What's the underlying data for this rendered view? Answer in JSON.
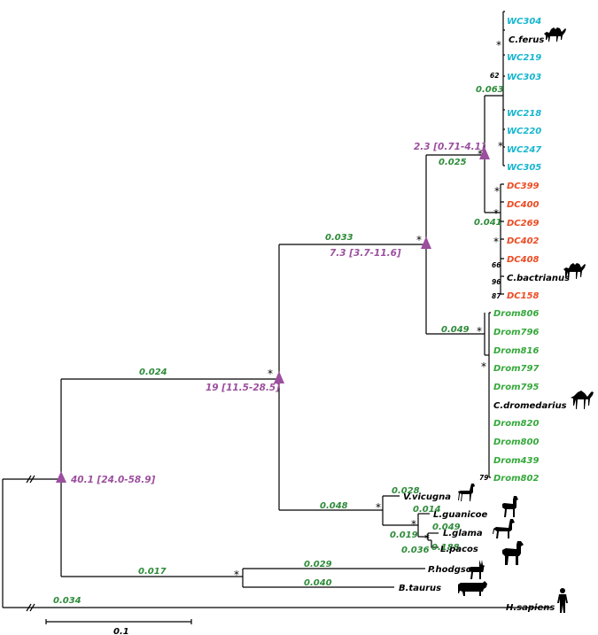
{
  "colors": {
    "wild_camel": "#16b6cf",
    "bactrian": "#ec4b23",
    "dromedary": "#35a83b",
    "species": "#000000",
    "branch_length": "#2e8b3a",
    "divergence": "#9b4f9e",
    "node_marker": "#9b4f9e"
  },
  "tips": {
    "WC304": "WC304",
    "C_ferus": "C.ferus",
    "WC219": "WC219",
    "WC303": "WC303",
    "WC218": "WC218",
    "WC220": "WC220",
    "WC247": "WC247",
    "WC305": "WC305",
    "DC399": "DC399",
    "DC400": "DC400",
    "DC269": "DC269",
    "DC402": "DC402",
    "DC408": "DC408",
    "C_bactrianus": "C.bactrianus",
    "DC158": "DC158",
    "Drom806": "Drom806",
    "Drom796": "Drom796",
    "Drom816": "Drom816",
    "Drom797": "Drom797",
    "Drom795": "Drom795",
    "C_dromedarius": "C.dromedarius",
    "Drom820": "Drom820",
    "Drom800": "Drom800",
    "Drom439": "Drom439",
    "Drom802": "Drom802",
    "V_vicugna": "V.vicugna",
    "L_guanicoe": "L.guanicoe",
    "L_glama": "L.glama",
    "L_pacos": "L.pacos",
    "P_hodgsonii": "P.hodgsonii",
    "B_taurus": "B.taurus",
    "H_sapiens": "H.sapiens"
  },
  "branch_lengths": {
    "wild": "0.063",
    "bactrian_group": "0.025",
    "bactrian_clade": "0.041",
    "bactrian_stem": "0.033",
    "dromedary": "0.049",
    "camelini": "0.024",
    "lamini": "0.048",
    "vicugna": "0.028",
    "guanicoe": "0.014",
    "glama_pacos_stem": "0.019",
    "glama": "0.049",
    "pacos_stem": "0.036",
    "pacos": "0.188",
    "bovid_stem": "0.017",
    "hodgsonii": "0.029",
    "taurus": "0.040",
    "sapiens": "0.034"
  },
  "divergence_times": {
    "bactrian_wild": "2.3 [0.71-4.1]",
    "bactrian_dromedary": "7.3 [3.7-11.6]",
    "camelini_lamini": "19 [11.5-28.5]",
    "camelid_root": "40.1 [24.0-58.9]"
  },
  "support_values": {
    "wc303": "62",
    "dc408": "66",
    "cbactrianus": "96",
    "dc158": "87",
    "drom802": "79"
  },
  "support_star": "*",
  "scale_bar": {
    "label": "0.1",
    "value": 0.1
  },
  "silhouettes": [
    "camel-icon",
    "camel-icon",
    "camel-icon",
    "llama-icon",
    "llama-icon",
    "llama-icon",
    "llama-icon",
    "antelope-icon",
    "cow-icon",
    "human-icon"
  ]
}
